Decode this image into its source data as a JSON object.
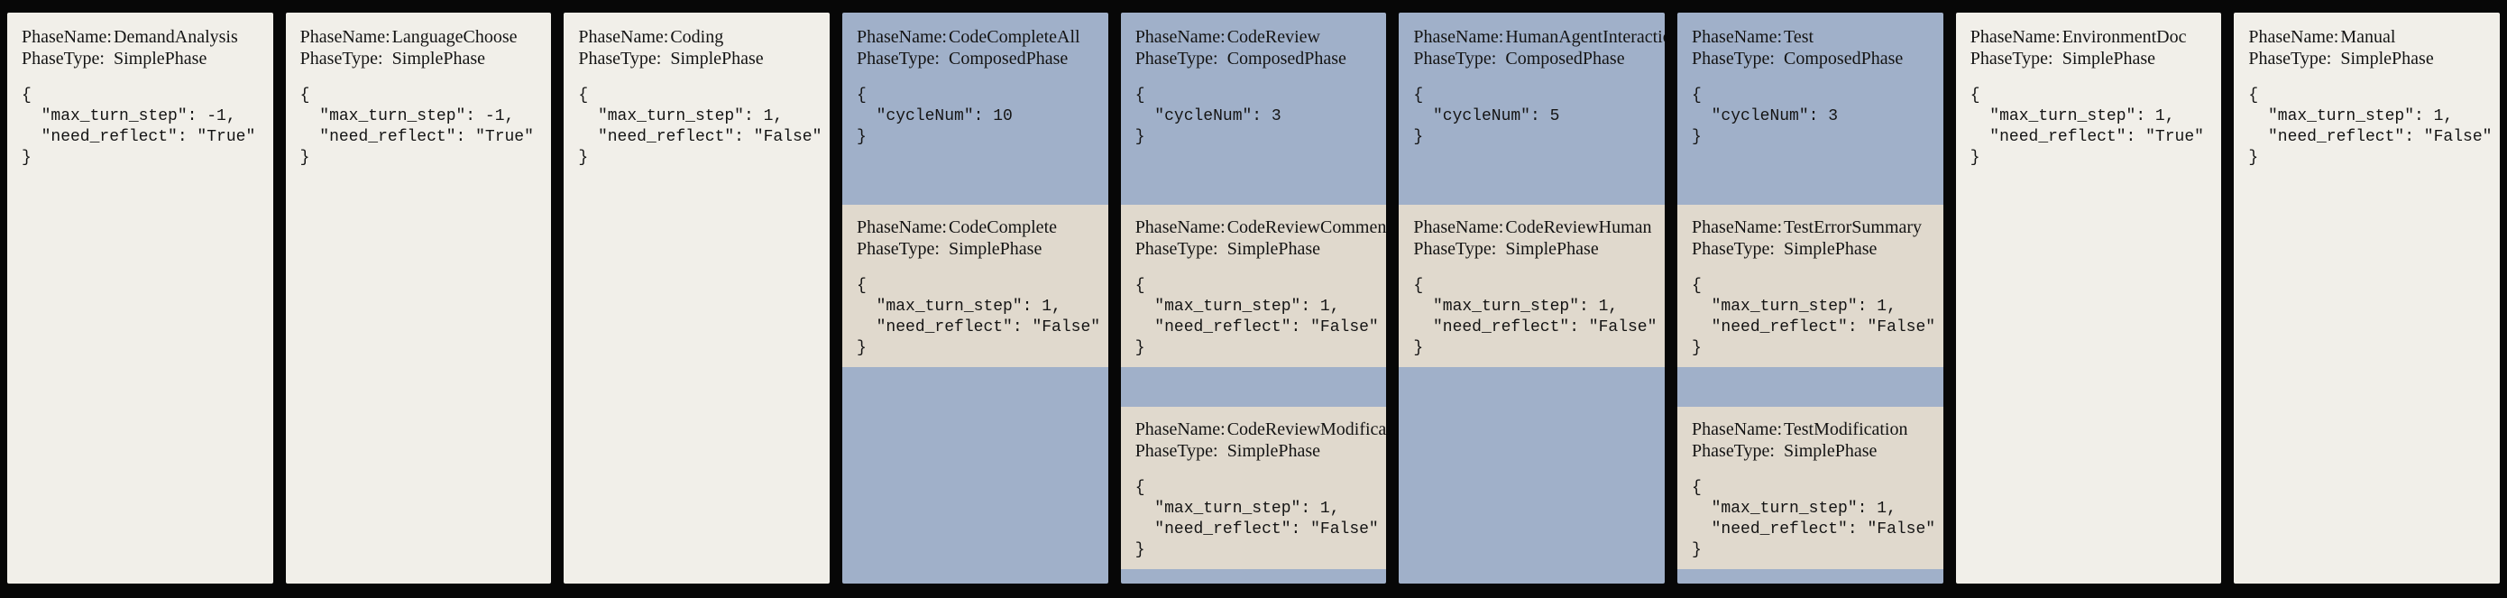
{
  "labels": {
    "phase_name": "PhaseName:",
    "phase_type": "PhaseType:"
  },
  "colors": {
    "background": "#070707",
    "simple_phase_bg": "#f1efe9",
    "composed_phase_bg": "#a0b0c9",
    "subphase_bg": "#e0d9cd",
    "text": "#141414"
  },
  "columns": [
    {
      "kind": "simple",
      "name": "DemandAnalysis",
      "phase_type": "SimplePhase",
      "config": "{\n  \"max_turn_step\": -1,\n  \"need_reflect\": \"True\"\n}"
    },
    {
      "kind": "simple",
      "name": "LanguageChoose",
      "phase_type": "SimplePhase",
      "config": "{\n  \"max_turn_step\": -1,\n  \"need_reflect\": \"True\"\n}"
    },
    {
      "kind": "simple",
      "name": "Coding",
      "phase_type": "SimplePhase",
      "config": "{\n  \"max_turn_step\": 1,\n  \"need_reflect\": \"False\"\n}"
    },
    {
      "kind": "composed",
      "name": "CodeCompleteAll",
      "phase_type": "ComposedPhase",
      "config": "{\n  \"cycleNum\": 10\n}",
      "subphases": [
        {
          "name": "CodeComplete",
          "phase_type": "SimplePhase",
          "config": "{\n  \"max_turn_step\": 1,\n  \"need_reflect\": \"False\"\n}"
        }
      ]
    },
    {
      "kind": "composed",
      "name": "CodeReview",
      "phase_type": "ComposedPhase",
      "config": "{\n  \"cycleNum\": 3\n}",
      "subphases": [
        {
          "name": "CodeReviewComment",
          "phase_type": "SimplePhase",
          "config": "{\n  \"max_turn_step\": 1,\n  \"need_reflect\": \"False\"\n}"
        },
        {
          "name": "CodeReviewModification",
          "phase_type": "SimplePhase",
          "config": "{\n  \"max_turn_step\": 1,\n  \"need_reflect\": \"False\"\n}"
        }
      ]
    },
    {
      "kind": "composed",
      "name": "HumanAgentInteraction",
      "phase_type": "ComposedPhase",
      "config": "{\n  \"cycleNum\": 5\n}",
      "subphases": [
        {
          "name": "CodeReviewHuman",
          "phase_type": "SimplePhase",
          "config": "{\n  \"max_turn_step\": 1,\n  \"need_reflect\": \"False\"\n}"
        }
      ]
    },
    {
      "kind": "composed",
      "name": "Test",
      "phase_type": "ComposedPhase",
      "config": "{\n  \"cycleNum\": 3\n}",
      "subphases": [
        {
          "name": "TestErrorSummary",
          "phase_type": "SimplePhase",
          "config": "{\n  \"max_turn_step\": 1,\n  \"need_reflect\": \"False\"\n}"
        },
        {
          "name": "TestModification",
          "phase_type": "SimplePhase",
          "config": "{\n  \"max_turn_step\": 1,\n  \"need_reflect\": \"False\"\n}"
        }
      ]
    },
    {
      "kind": "simple",
      "name": "EnvironmentDoc",
      "phase_type": "SimplePhase",
      "config": "{\n  \"max_turn_step\": 1,\n  \"need_reflect\": \"True\"\n}"
    },
    {
      "kind": "simple",
      "name": "Manual",
      "phase_type": "SimplePhase",
      "config": "{\n  \"max_turn_step\": 1,\n  \"need_reflect\": \"False\"\n}"
    }
  ]
}
